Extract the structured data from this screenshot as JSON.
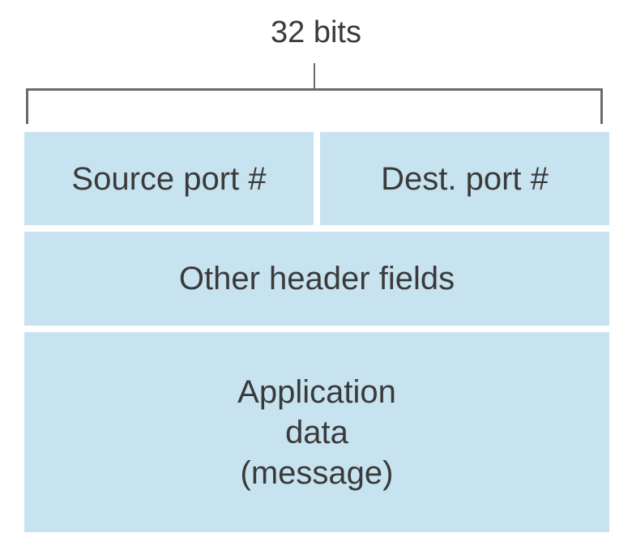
{
  "diagram": {
    "title_label": "32 bits",
    "colors": {
      "cell_bg": "#c7e3f0",
      "text": "#3a3a3a",
      "bracket": "#6a6a6a",
      "background": "#ffffff"
    },
    "rows": [
      {
        "cells": [
          {
            "label": "Source port #"
          },
          {
            "label": "Dest. port #"
          }
        ]
      },
      {
        "cells": [
          {
            "label": "Other header fields"
          }
        ]
      },
      {
        "cells": [
          {
            "label": "Application\ndata\n(message)"
          }
        ]
      }
    ]
  }
}
